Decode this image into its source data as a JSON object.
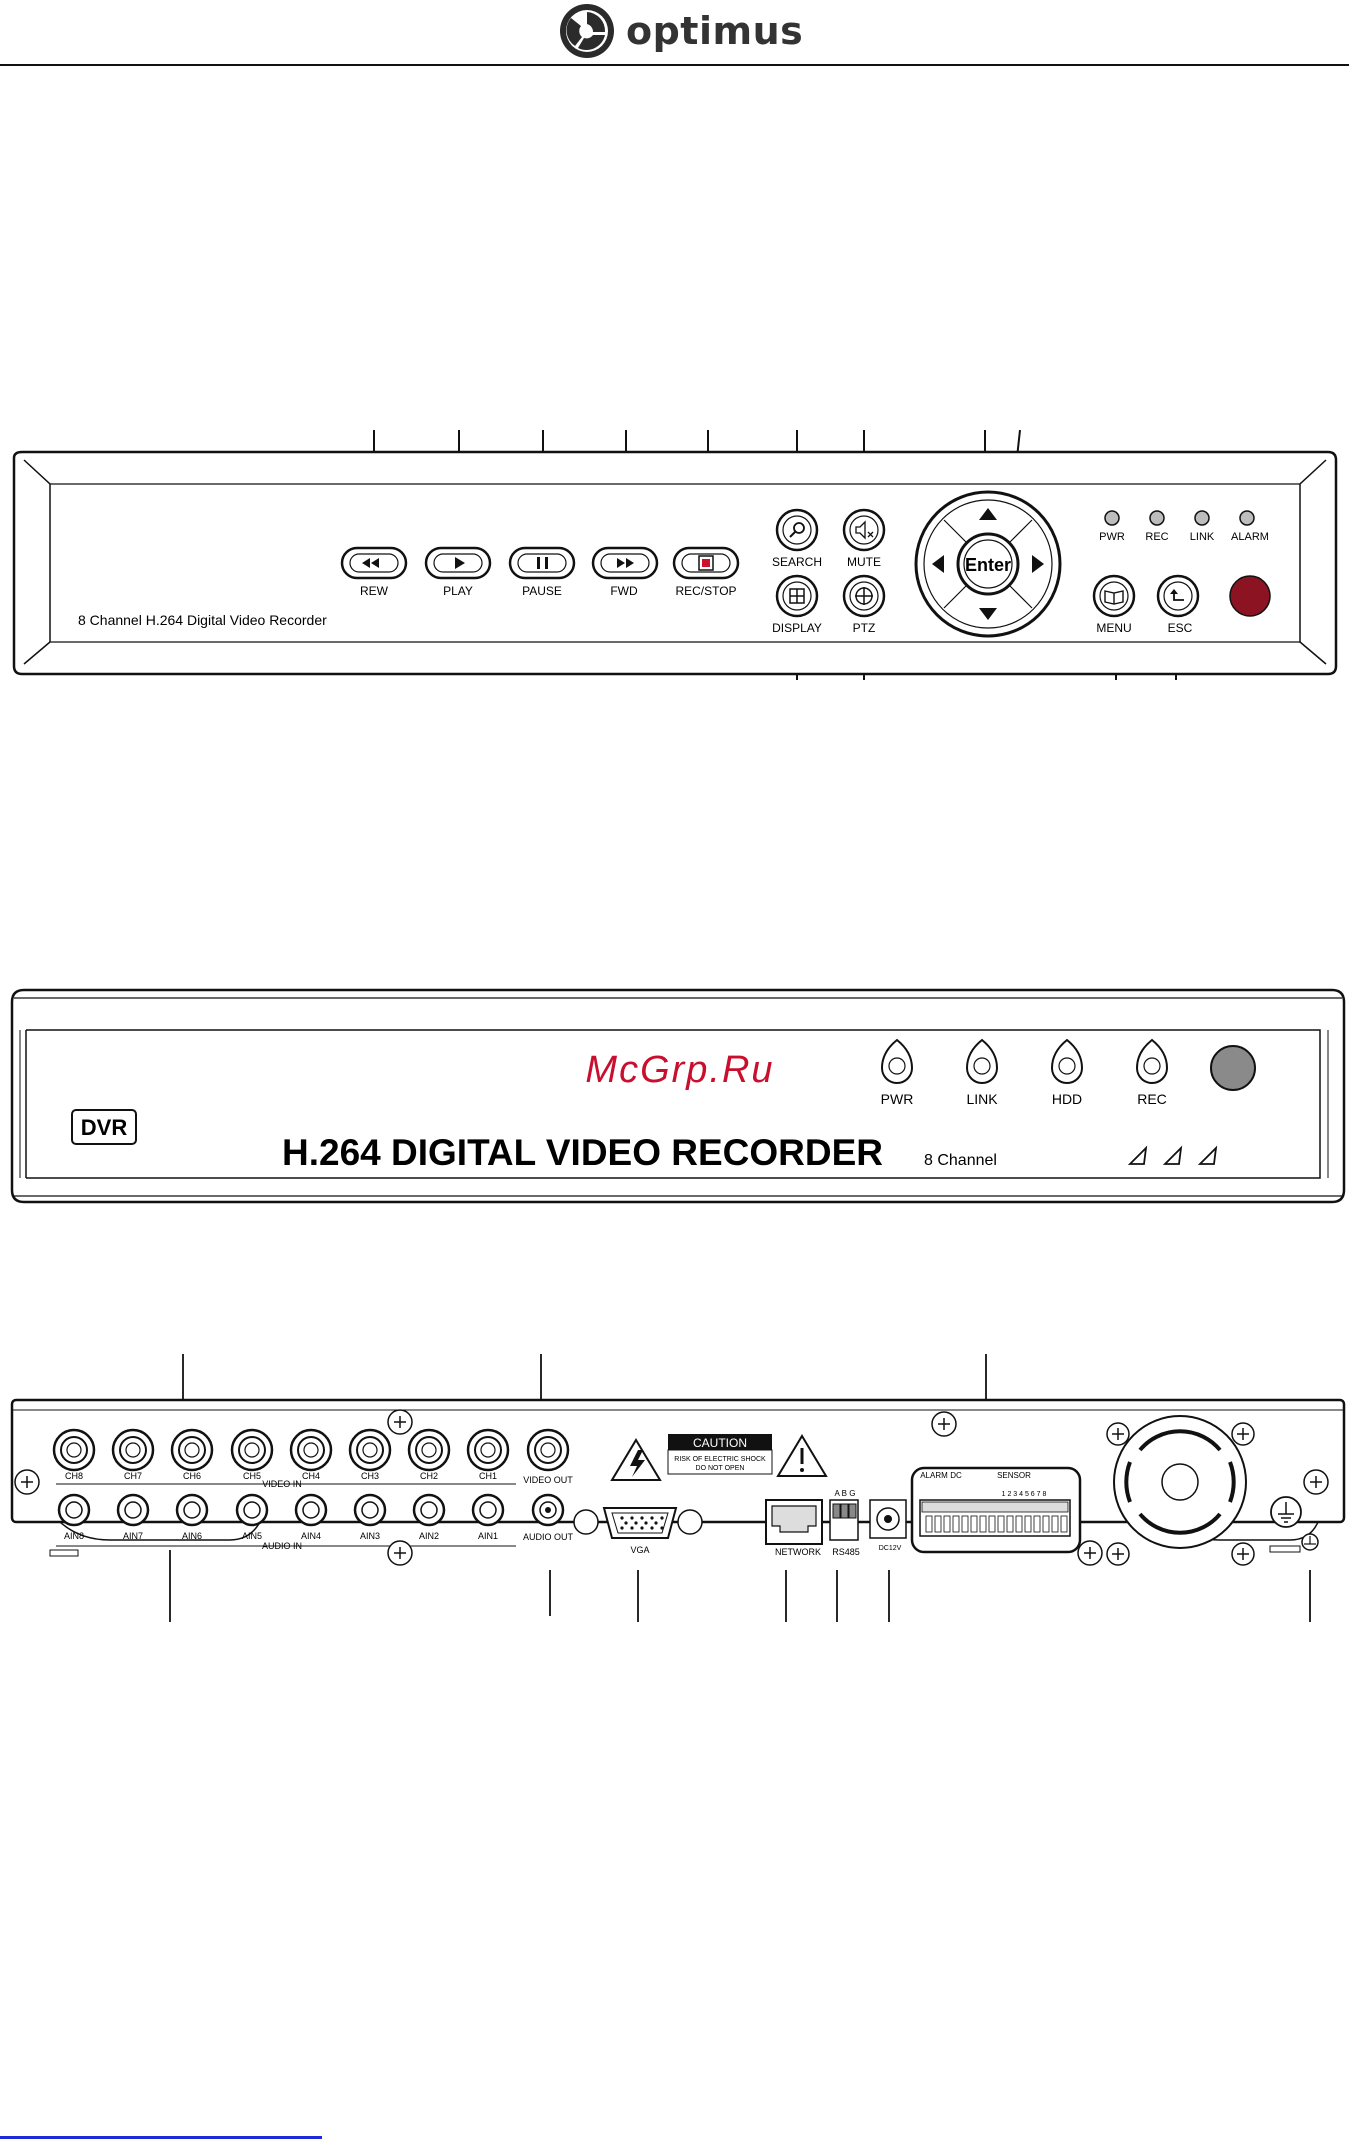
{
  "brand": {
    "name": "optimus"
  },
  "front_panel_a": {
    "model_label": "8 Channel H.264 Digital Video Recorder",
    "buttons": [
      "REW",
      "PLAY",
      "PAUSE",
      "FWD",
      "REC/STOP"
    ],
    "search_label": "SEARCH",
    "mute_label": "MUTE",
    "display_label": "DISPLAY",
    "ptz_label": "PTZ",
    "enter_label": "Enter",
    "leds": [
      "PWR",
      "REC",
      "LINK",
      "ALARM"
    ],
    "menu_label": "MENU",
    "esc_label": "ESC"
  },
  "front_panel_b": {
    "watermark": "McGrp.Ru",
    "dvr_badge": "DVR",
    "title": "H.264 DIGITAL VIDEO RECORDER",
    "subtitle": "8 Channel",
    "leds": [
      "PWR",
      "LINK",
      "HDD",
      "REC"
    ]
  },
  "rear_panel": {
    "video_in": [
      "CH8",
      "CH7",
      "CH6",
      "CH5",
      "CH4",
      "CH3",
      "CH2",
      "CH1"
    ],
    "video_in_label": "VIDEO IN",
    "video_out_label": "VIDEO OUT",
    "audio_in": [
      "AIN8",
      "AIN7",
      "AIN6",
      "AIN5",
      "AIN4",
      "AIN3",
      "AIN2",
      "AIN1"
    ],
    "audio_in_label": "AUDIO IN",
    "audio_out_label": "AUDIO OUT",
    "caution_title": "CAUTION",
    "caution_line1": "RISK OF ELECTRIC SHOCK",
    "caution_line2": "DO NOT OPEN",
    "vga_label": "VGA",
    "network_label": "NETWORK",
    "rs485_label": "RS485",
    "rs485_pins": "A B G",
    "dc_label": "DC12V",
    "alarm_label": "ALARM",
    "dc_out_label": "DC",
    "sensor_label": "SENSOR",
    "sensor_pins": "1 2 3 4 5 6 7 8"
  },
  "colors": {
    "power_button": "#8c1322",
    "watermark": "#c8102e",
    "link": "#1d2bd6"
  }
}
